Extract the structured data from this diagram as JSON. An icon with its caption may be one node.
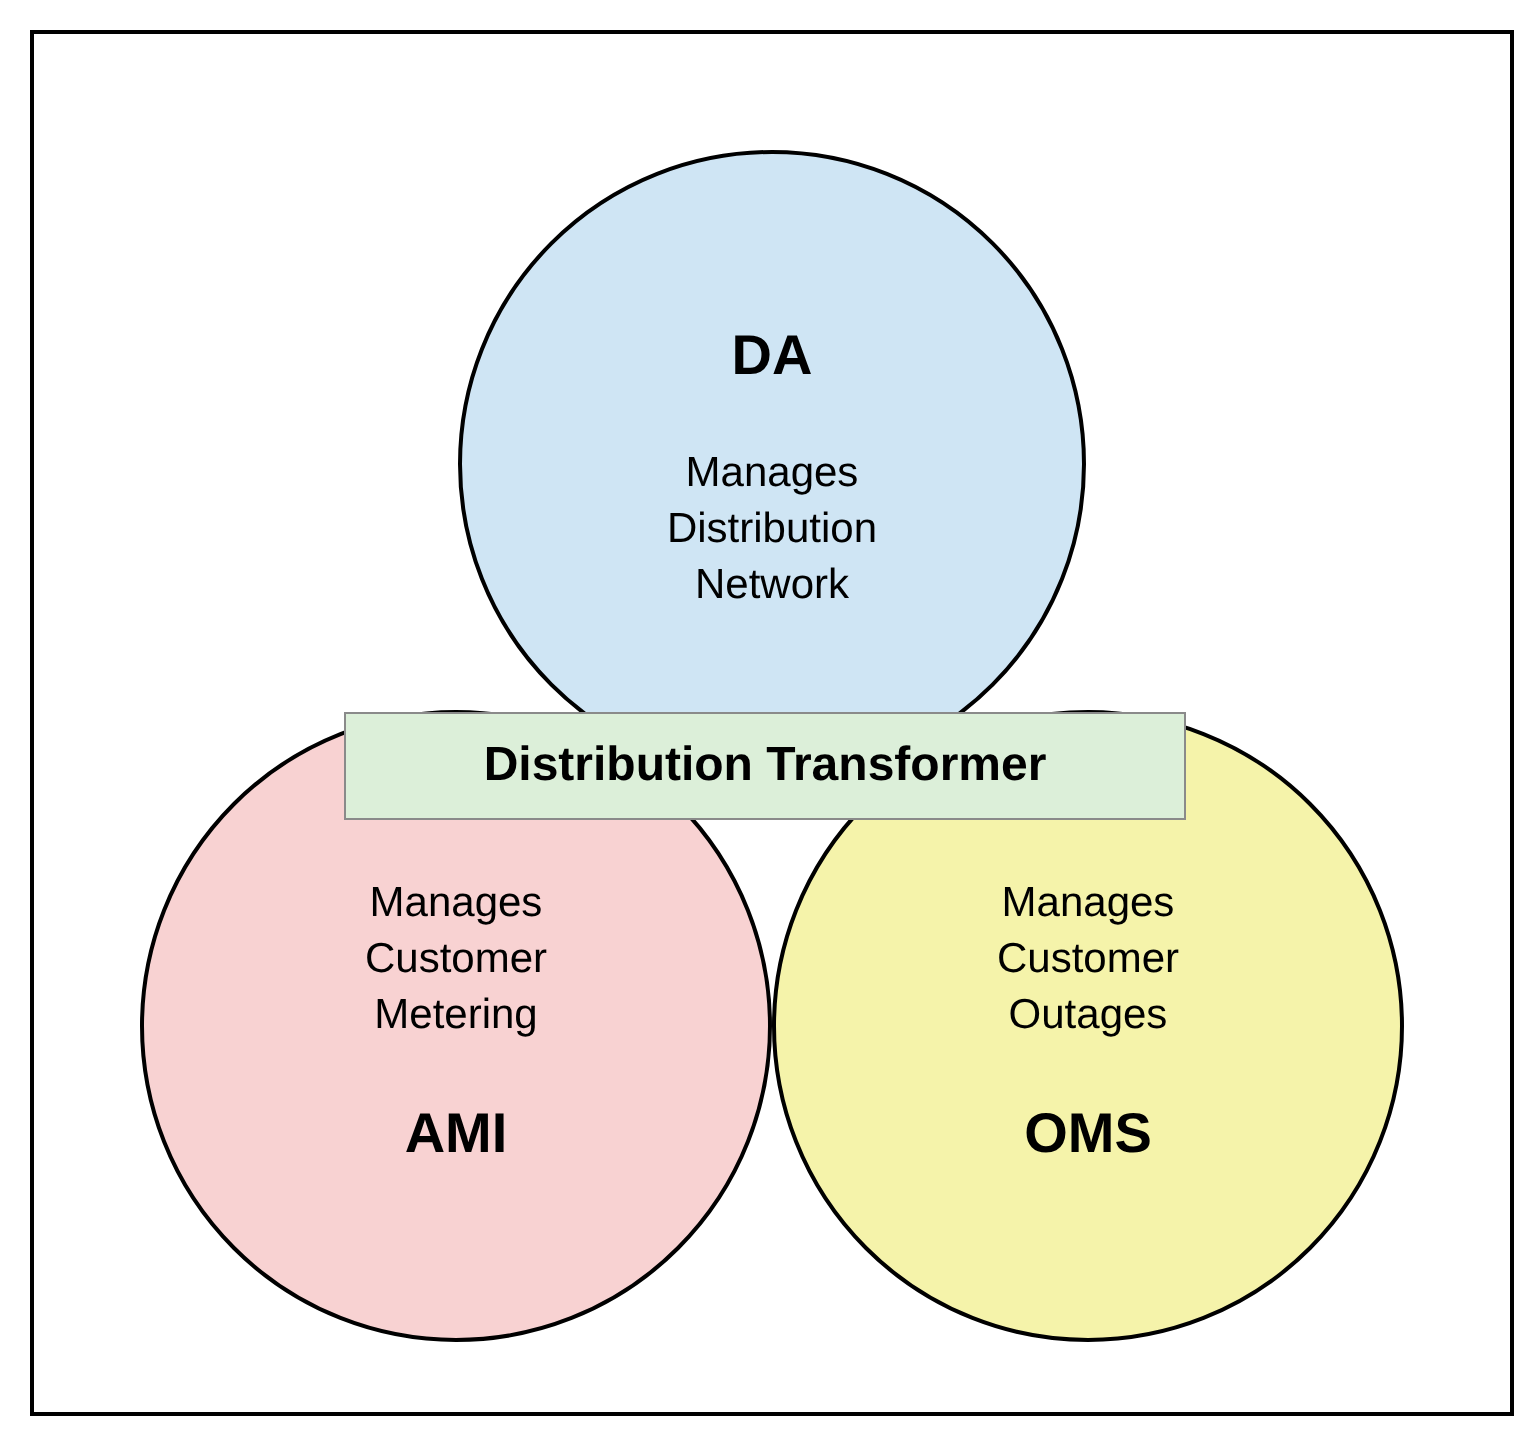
{
  "diagram": {
    "nodes": [
      {
        "text": [
          "DA",
          "Manages Distribution Network"
        ]
      },
      {
        "text": [
          "Distribution Transformer"
        ]
      },
      {
        "text": [
          "Manages Customer Metering",
          "AMI"
        ]
      },
      {
        "text": [
          "Manages Customer Outages",
          "OMS"
        ]
      }
    ]
  }
}
